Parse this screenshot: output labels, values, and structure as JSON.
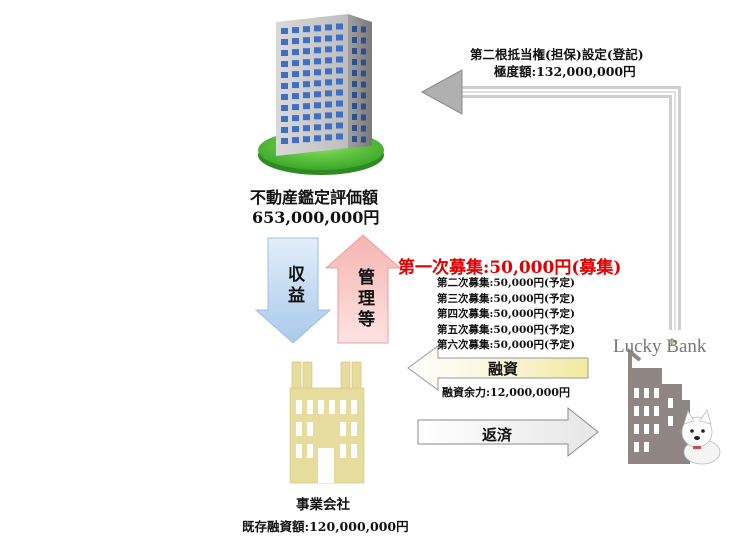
{
  "lien": {
    "line1": "第二根抵当権(担保)設定(登記)",
    "line2": "極度額:132,000,000円"
  },
  "property": {
    "label": "不動産鑑定評価額",
    "value": "653,000,000円"
  },
  "arrows": {
    "income": "収益",
    "management": "管理等",
    "loan": "融資",
    "repayment": "返済"
  },
  "recruitment": {
    "current": "第一次募集:50,000円(募集)",
    "planned": [
      "第二次募集:50,000円(予定)",
      "第三次募集:50,000円(予定)",
      "第四次募集:50,000円(予定)",
      "第五次募集:50,000円(予定)",
      "第六次募集:50,000円(予定)"
    ]
  },
  "loan_remaining": "融資余力:12,000,000円",
  "company": {
    "label": "事業会社",
    "existing": "既存融資額:120,000,000円"
  },
  "lender": {
    "name": "Lucky Bank"
  },
  "colors": {
    "accent_red": "#e00000",
    "income_arrow": "#b8d4ee",
    "management_arrow": "#f7c4c2",
    "company_building": "#e6dc9e",
    "bank_building": "#8f8583",
    "loan_arrow_highlight": "#f5f1c4",
    "connector": "#b5b5b5"
  }
}
